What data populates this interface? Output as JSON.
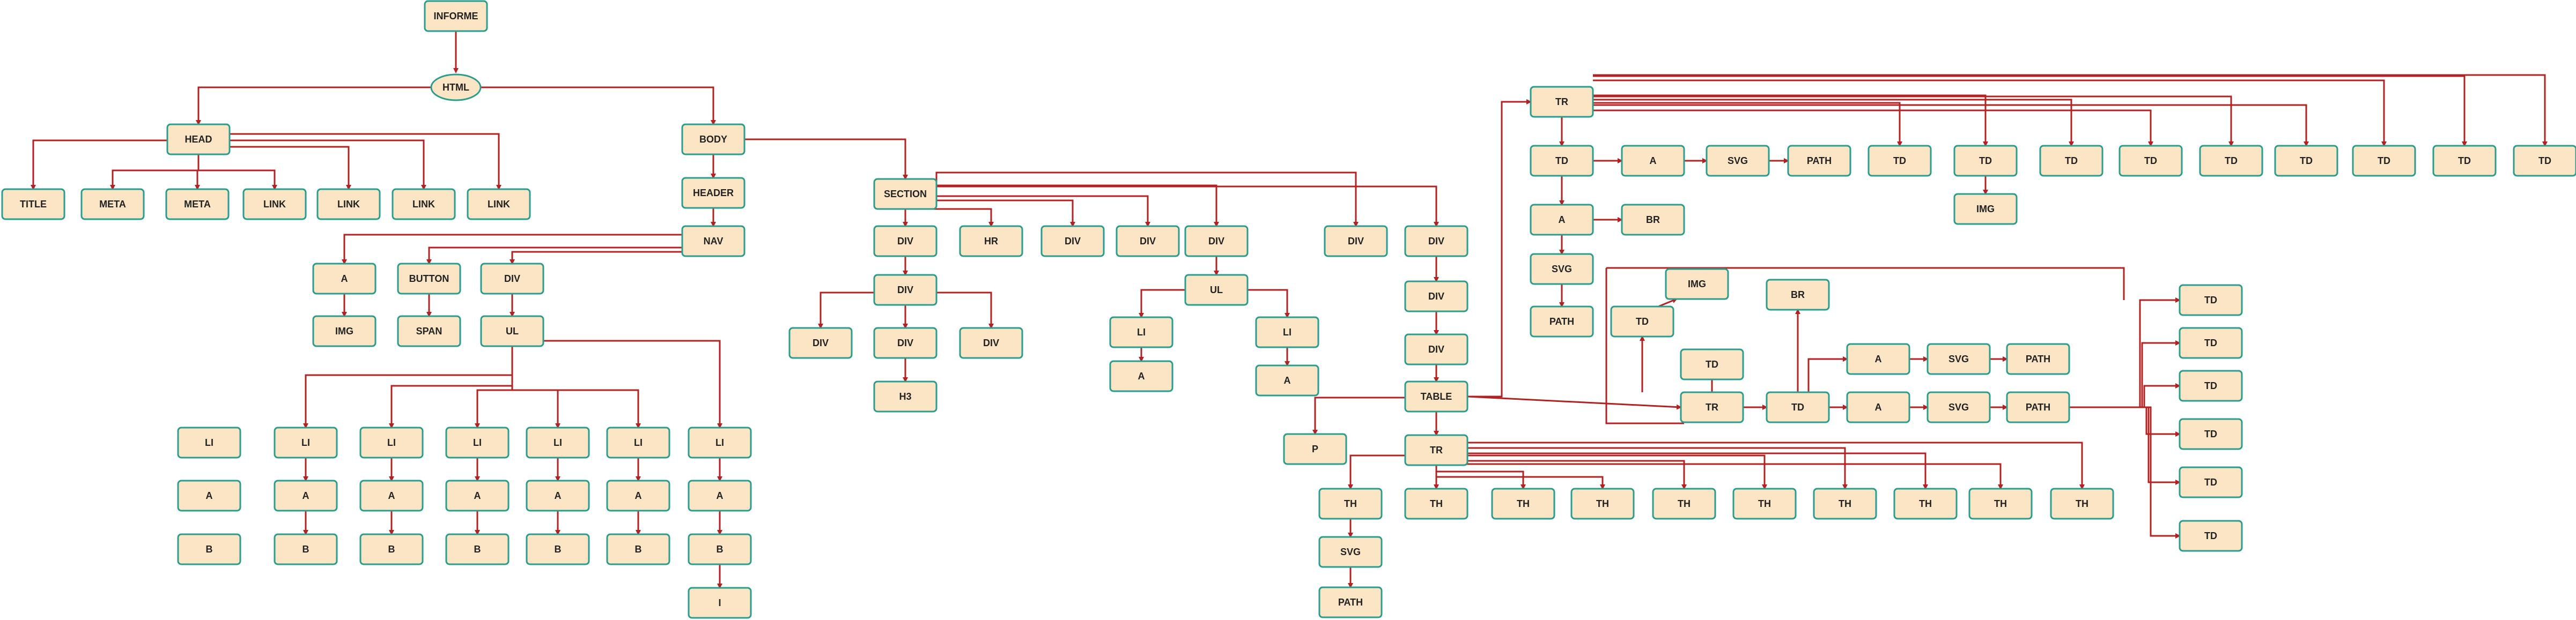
{
  "diagram": {
    "colors": {
      "node_fill": "#fbe5c5",
      "node_border": "#2a9d8f",
      "edge": "#b22222",
      "text": "#222222"
    },
    "nodes": {
      "root": "INFORME",
      "html": "HTML",
      "head": "HEAD",
      "title": "TITLE",
      "meta1": "META",
      "meta2": "META",
      "link1": "LINK",
      "link2": "LINK",
      "link3": "LINK",
      "link4": "LINK",
      "body": "BODY",
      "header": "HEADER",
      "nav": "NAV",
      "nav_a": "A",
      "nav_img": "IMG",
      "nav_button": "BUTTON",
      "nav_span": "SPAN",
      "nav_div": "DIV",
      "nav_ul": "UL",
      "li0": "LI",
      "a0": "A",
      "b0": "B",
      "li1": "LI",
      "a1": "A",
      "b1": "B",
      "li2": "LI",
      "a2": "A",
      "b2": "B",
      "li3": "LI",
      "a3": "A",
      "b3": "B",
      "li4": "LI",
      "a4": "A",
      "b4": "B",
      "li5": "LI",
      "a5": "A",
      "b5": "B",
      "li6": "LI",
      "a6": "A",
      "b6": "B",
      "i6": "I",
      "section": "SECTION",
      "sdiv1": "DIV",
      "sdiv1a": "DIV",
      "sdiv1b": "DIV",
      "sdiv1c": "DIV",
      "sdiv1d": "DIV",
      "h3": "H3",
      "hr": "HR",
      "sdiv2": "DIV",
      "sdiv3": "DIV",
      "sdiv4": "DIV",
      "ul2": "UL",
      "li_x1": "LI",
      "a_x1": "A",
      "li_x2": "LI",
      "a_x2": "A",
      "sdiv5": "DIV",
      "sdiv6": "DIV",
      "sdiv6a": "DIV",
      "sdiv6b": "DIV",
      "table": "TABLE",
      "p": "P",
      "tr_head": "TR",
      "th1": "TH",
      "svg_th": "SVG",
      "path_th": "PATH",
      "th2": "TH",
      "th3": "TH",
      "th4": "TH",
      "th5": "TH",
      "th6": "TH",
      "th7": "TH",
      "th8": "TH",
      "th9": "TH",
      "th10": "TH",
      "tr_top": "TR",
      "td1": "TD",
      "a_top": "A",
      "svg_top": "SVG",
      "path_top": "PATH",
      "td2": "TD",
      "td3": "TD",
      "img_top": "IMG",
      "td4": "TD",
      "td5": "TD",
      "td6": "TD",
      "td7": "TD",
      "td8": "TD",
      "td9": "TD",
      "td10": "TD",
      "a_sub": "A",
      "br_sub": "BR",
      "svg_sub": "SVG",
      "path_sub": "PATH",
      "tr_mid": "TR",
      "td_mid1": "TD",
      "img_mid": "IMG",
      "td_mid_top": "TD",
      "td_mid2": "TD",
      "br_mid": "BR",
      "a_mid1": "A",
      "svg_mid1": "SVG",
      "path_mid1": "PATH",
      "a_mid2": "A",
      "svg_mid2": "SVG",
      "path_mid2": "PATH",
      "td_r1": "TD",
      "td_r2": "TD",
      "td_r3": "TD",
      "td_r4": "TD",
      "td_r5": "TD",
      "td_r6": "TD"
    }
  }
}
